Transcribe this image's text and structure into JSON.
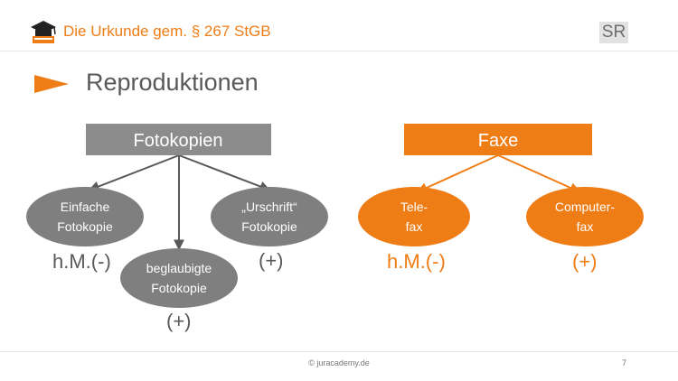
{
  "header": {
    "title": "Die Urkunde gem. § 267 StGB",
    "badge": "SR",
    "logo_icon": "graduation-cap-book-icon"
  },
  "section": {
    "title": "Reproduktionen",
    "bullet_icon": "orange-arrow-icon"
  },
  "colors": {
    "accent": "#ef7d16",
    "gray_box": "#8c8c8c",
    "gray_ellipse": "#7f7f7f",
    "text_gray": "#595959"
  },
  "left_tree": {
    "root": "Fotokopien",
    "children": [
      {
        "line1": "Einfache",
        "line2": "Fotokopie",
        "verdict": "h.M.(-)"
      },
      {
        "line1": "beglaubigte",
        "line2": "Fotokopie",
        "verdict": "(+)"
      },
      {
        "line1": "„Urschrift“",
        "line2": "Fotokopie",
        "verdict": "(+)"
      }
    ]
  },
  "right_tree": {
    "root": "Faxe",
    "children": [
      {
        "line1": "Tele-",
        "line2": "fax",
        "verdict": "h.M.(-)"
      },
      {
        "line1": "Computer-",
        "line2": "fax",
        "verdict": "(+)"
      }
    ]
  },
  "footer": {
    "copyright": "© juracademy.de",
    "page_number": "7"
  }
}
